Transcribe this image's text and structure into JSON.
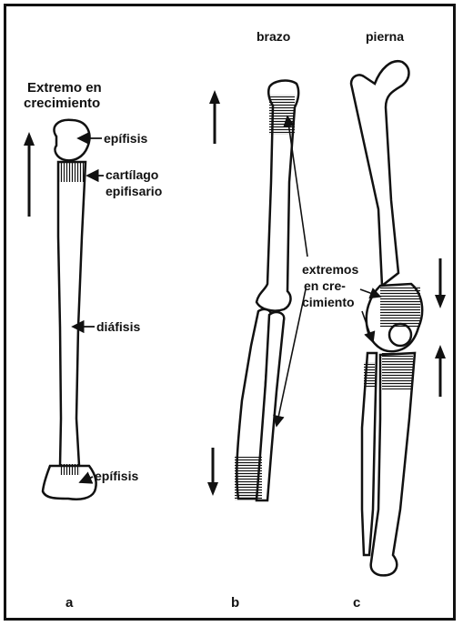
{
  "panel_a": {
    "title_line1": "Extremo en",
    "title_line2": "crecimiento",
    "label_epifisis_top": "epífisis",
    "label_cartilago_line1": "cartílago",
    "label_cartilago_line2": "epifisario",
    "label_diafisis": "diáfisis",
    "label_epifisis_bottom": "epífisis",
    "letter": "a"
  },
  "panel_b": {
    "title": "brazo",
    "letter": "b"
  },
  "panel_c": {
    "title": "pierna",
    "letter": "c"
  },
  "shared": {
    "extremos_line1": "extremos",
    "extremos_line2": "en cre-",
    "extremos_line3": "cimiento"
  },
  "colors": {
    "ink": "#111111",
    "background": "#ffffff"
  }
}
